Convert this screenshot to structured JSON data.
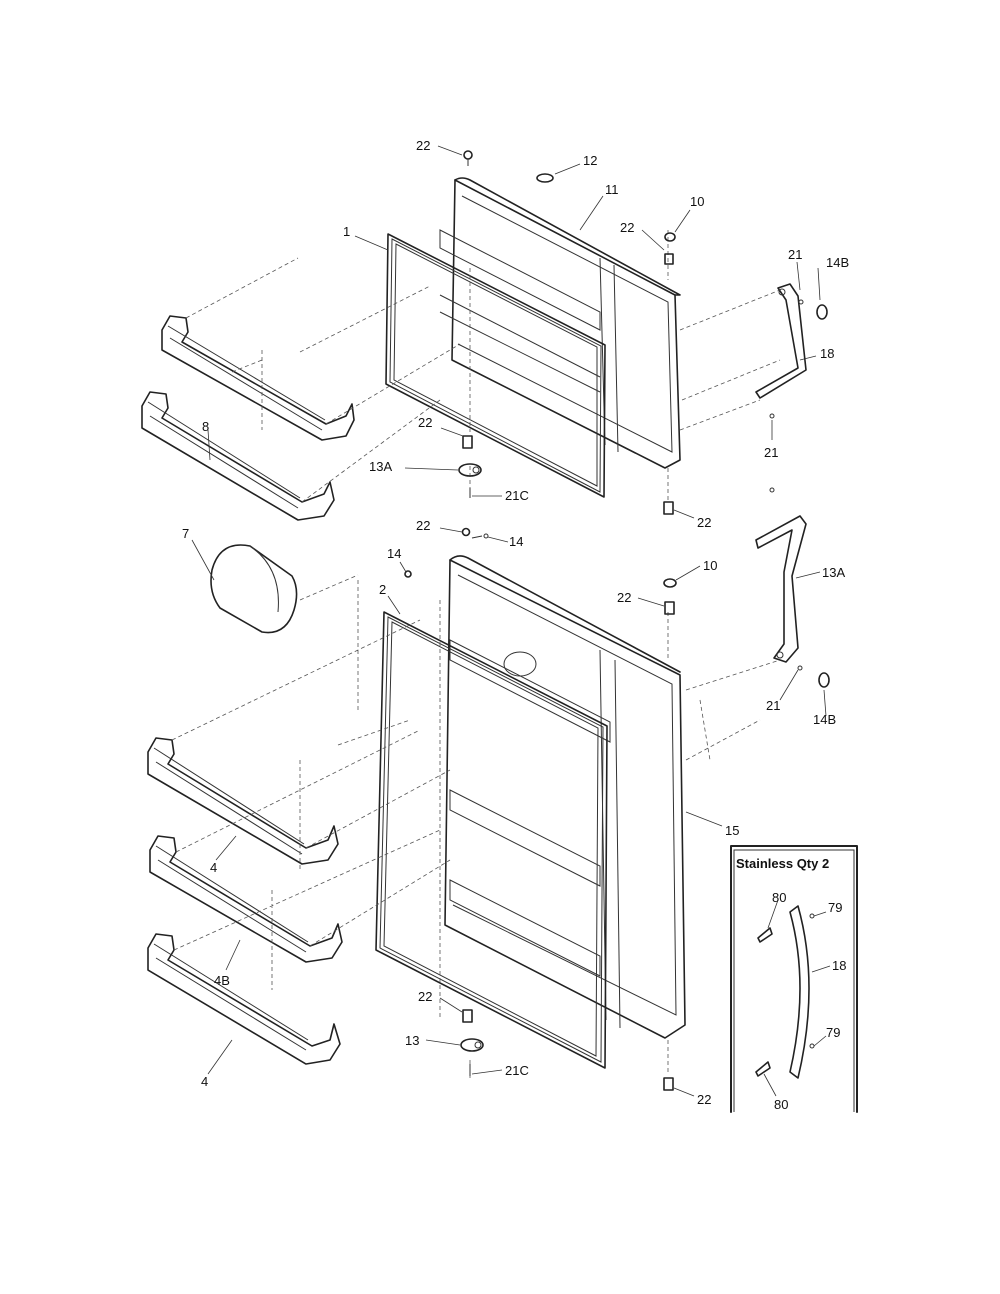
{
  "callouts": {
    "top_22": "22",
    "top_12": "12",
    "top_11": "11",
    "top_1": "1",
    "top_10": "10",
    "top_22b": "22",
    "hinge_21a": "21",
    "hinge_14b_top": "14B",
    "hinge_18": "18",
    "hinge_21b": "21",
    "freezer_shelf_8": "8",
    "top_22c": "22",
    "top_13a": "13A",
    "top_21c": "21C",
    "top_22d": "22",
    "mid_22": "22",
    "mid_14": "14",
    "mid_14b": "14",
    "item_7": "7",
    "item_2": "2",
    "mid_10": "10",
    "mid_22b": "22",
    "hinge_13a": "13A",
    "hinge_21c": "21",
    "hinge_14b_bot": "14B",
    "item_15": "15",
    "shelf_4a": "4",
    "shelf_4b": "4B",
    "shelf_4c": "4",
    "bot_22": "22",
    "bot_13": "13",
    "bot_21c": "21C",
    "bot_22b": "22"
  },
  "inset": {
    "title": "Stainless  Qty 2",
    "label_80_top": "80",
    "label_79_top": "79",
    "label_18": "18",
    "label_79_bot": "79",
    "label_80_bot": "80"
  }
}
